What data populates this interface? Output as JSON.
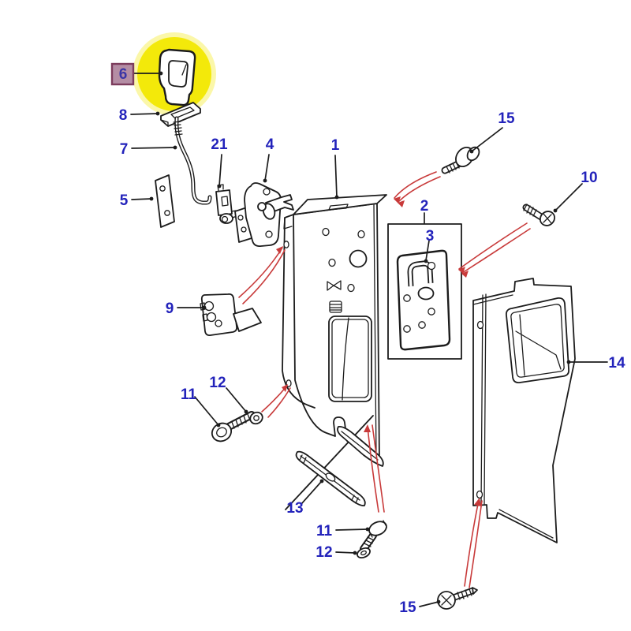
{
  "diagram": {
    "kind": "exploded-parts-diagram",
    "background": "#ffffff",
    "line_color": "#1c1c1c",
    "install_line_color": "#c83a3a",
    "callout_color": "#2323bb",
    "highlight_fill": "#f3e90a",
    "selected_callout": {
      "bg": "#b48da4",
      "border": "#7c3c5c",
      "text_color": "#3a35a6"
    }
  },
  "callouts": [
    {
      "label": "6",
      "selected": true
    },
    {
      "label": "8"
    },
    {
      "label": "7"
    },
    {
      "label": "5"
    },
    {
      "label": "21"
    },
    {
      "label": "4"
    },
    {
      "label": "1"
    },
    {
      "label": "15"
    },
    {
      "label": "10"
    },
    {
      "label": "2"
    },
    {
      "label": "3"
    },
    {
      "label": "14"
    },
    {
      "label": "9"
    },
    {
      "label": "11"
    },
    {
      "label": "12"
    },
    {
      "label": "13"
    },
    {
      "label": "11"
    },
    {
      "label": "12"
    },
    {
      "label": "15"
    }
  ]
}
